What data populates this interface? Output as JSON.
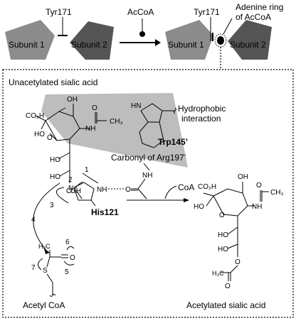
{
  "top": {
    "subunit1": "Subunit 1",
    "subunit2": "Subunit 2",
    "tyr_left": "Tyr171",
    "acetyl_coa_arrow": "AcCoA",
    "tyr_right": "Tyr171",
    "adenine_line1": "Adenine ring",
    "adenine_line2": "of AcCoA",
    "subunit1_right": "Subunit 1",
    "subunit2_right": "Subunit 2"
  },
  "box": {
    "title": "Unacetylated sialic acid",
    "hydrophobic_line1": "Hydrophobic",
    "hydrophobic_line2": "interaction",
    "trp": "Trp145’",
    "carbonyl_label": "Carbonyl of Arg197’",
    "his": "His121",
    "coa": "CoA",
    "acetyl_coa": "Acetyl CoA",
    "acetylated": "Acetylated sialic acid",
    "steps": [
      "1",
      "2",
      "3",
      "4",
      "5",
      "6",
      "7"
    ],
    "atoms": {
      "HO": "HO",
      "OH": "OH",
      "O": "O",
      "N": "N",
      "NH": "NH",
      "HN": "HN",
      "CO2H": "CO₂H",
      "CH3": "CH₃",
      "H3C": "H₃C",
      "S": "S",
      "C": "C"
    }
  }
}
